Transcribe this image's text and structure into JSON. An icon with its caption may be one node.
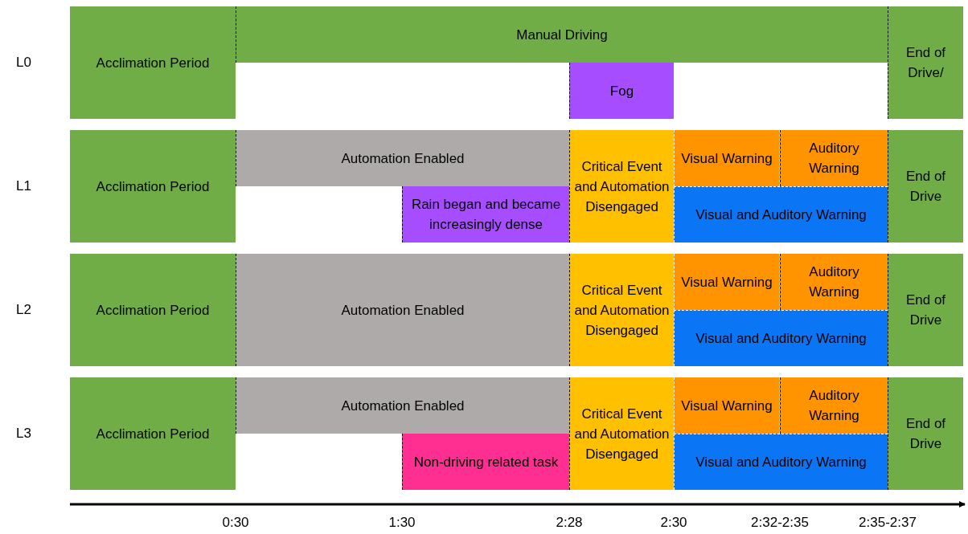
{
  "diagram": {
    "nodes": [
      {
        "text": [
          "Acclimation Period"
        ]
      },
      {
        "text": [
          "Manual Driving"
        ]
      },
      {
        "text": [
          "End of Drive/"
        ]
      },
      {
        "text": [
          "Fog"
        ]
      },
      {
        "text": [
          "Acclimation Period"
        ]
      },
      {
        "text": [
          "Automation Enabled"
        ]
      },
      {
        "text": [
          "Critical Event and Automation Disengaged"
        ]
      },
      {
        "text": [
          "Visual Warning"
        ]
      },
      {
        "text": [
          "Auditory Warning"
        ]
      },
      {
        "text": [
          "End of Drive"
        ]
      },
      {
        "text": [
          "Rain began and became increasingly dense"
        ]
      },
      {
        "text": [
          "Visual and Auditory Warning"
        ]
      },
      {
        "text": [
          "Acclimation Period"
        ]
      },
      {
        "text": [
          "Automation Enabled"
        ]
      },
      {
        "text": [
          "Critical Event and Automation Disengaged"
        ]
      },
      {
        "text": [
          "Visual Warning"
        ]
      },
      {
        "text": [
          "Auditory Warning"
        ]
      },
      {
        "text": [
          "End of Drive"
        ]
      },
      {
        "text": [
          "Visual and Auditory Warning"
        ]
      },
      {
        "text": [
          "Acclimation Period"
        ]
      },
      {
        "text": [
          "Automation Enabled"
        ]
      },
      {
        "text": [
          "Critical Event and Automation Disengaged"
        ]
      },
      {
        "text": [
          "Visual Warning"
        ]
      },
      {
        "text": [
          "Auditory Warning"
        ]
      },
      {
        "text": [
          "End of Drive"
        ]
      },
      {
        "text": [
          "Non-driving related task"
        ]
      },
      {
        "text": [
          "Visual and Auditory Warning"
        ]
      }
    ],
    "labels": [
      "L0",
      "L1",
      "L2",
      "L3",
      "0:30",
      "1:30",
      "2:28",
      "2:30",
      "2:32-2:35",
      "2:35-2:37"
    ]
  }
}
